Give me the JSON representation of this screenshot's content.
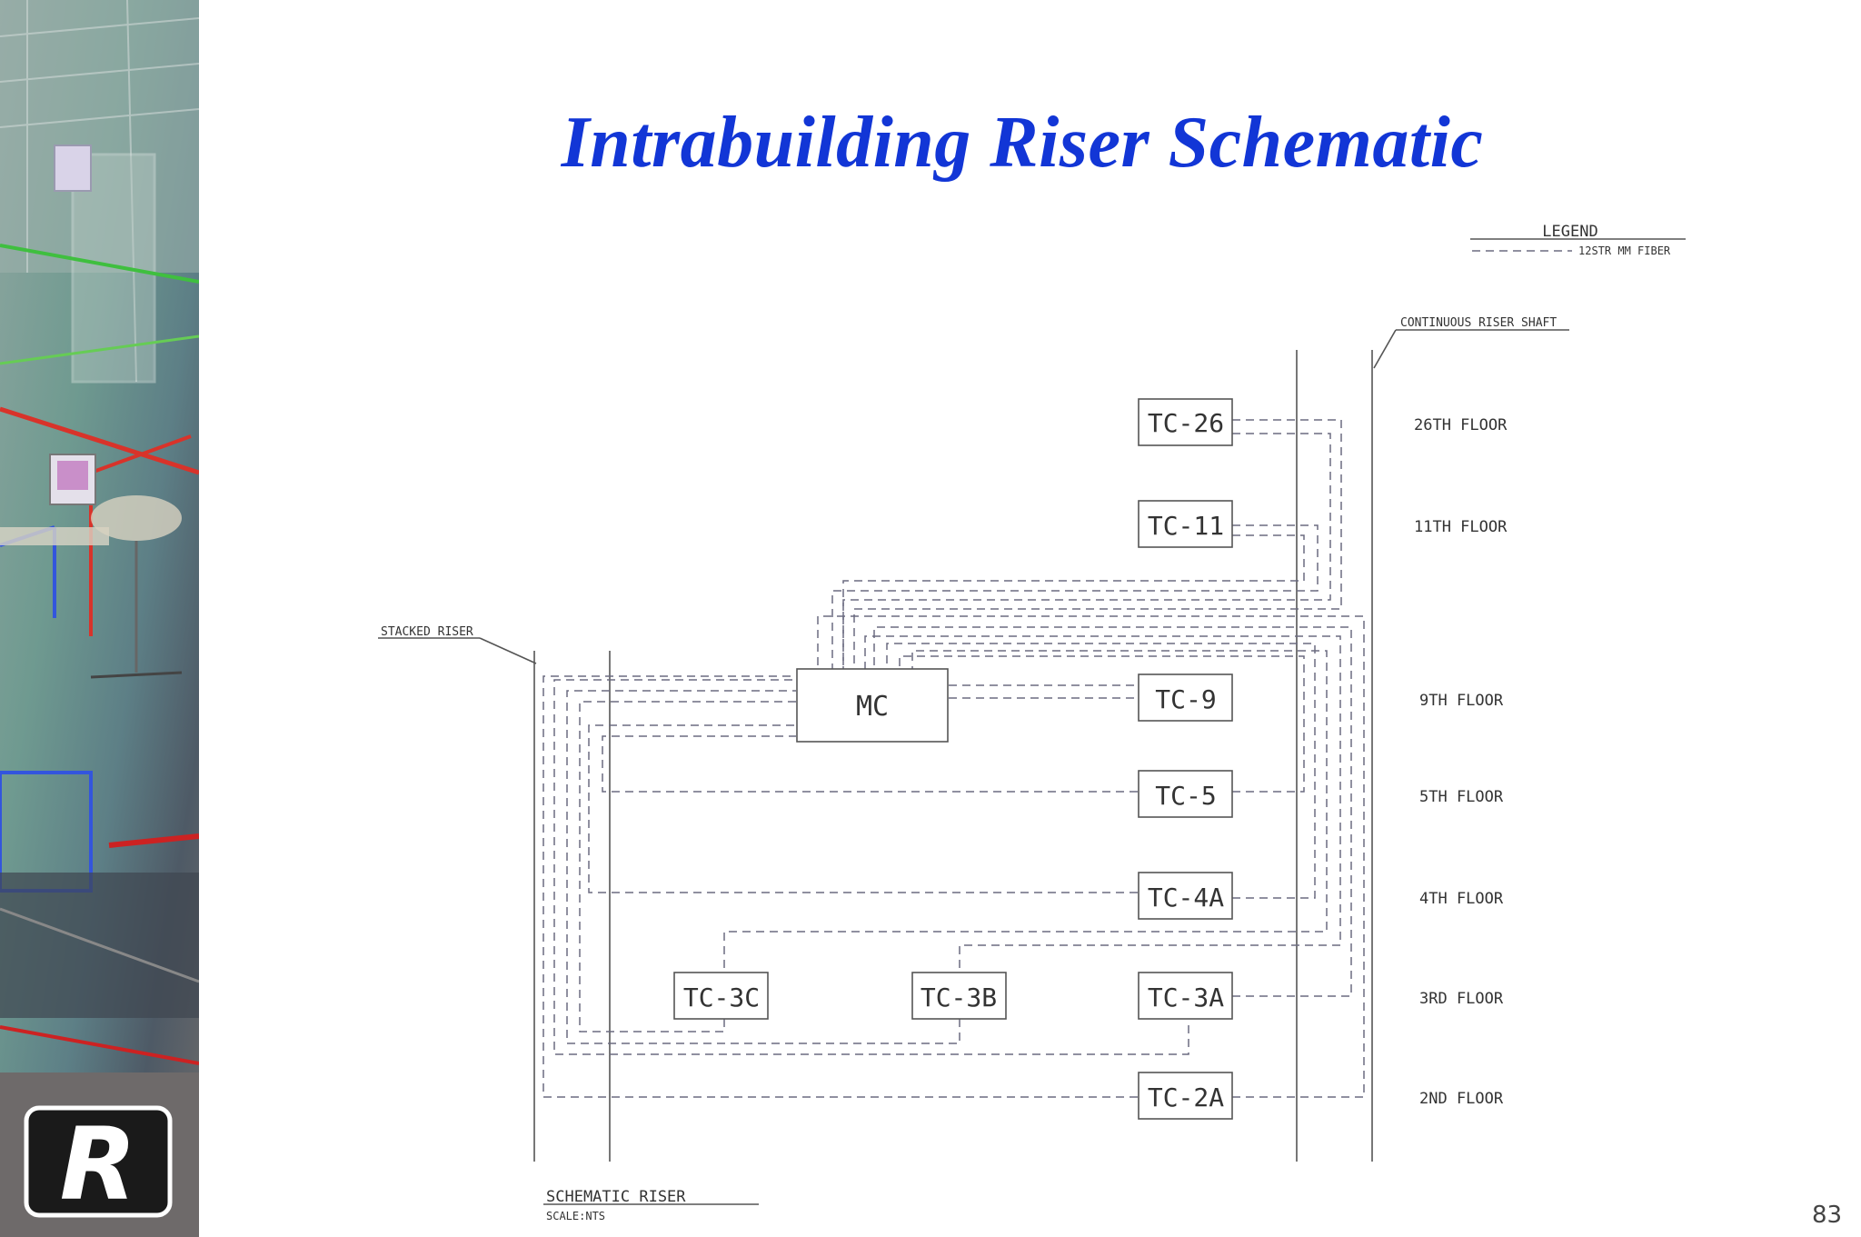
{
  "title": "Intrabuilding Riser Schematic",
  "page_number": "83",
  "legend": {
    "heading": "LEGEND",
    "fiber_label": "12STR MM FIBER"
  },
  "labels": {
    "continuous_riser_shaft": "CONTINUOUS RISER SHAFT",
    "stacked_riser": "STACKED RISER",
    "schematic_title": "SCHEMATIC RISER",
    "scale": "SCALE:NTS"
  },
  "main_crossconnect": "MC",
  "closets": {
    "tc26": "TC-26",
    "tc11": "TC-11",
    "tc9": "TC-9",
    "tc5": "TC-5",
    "tc4a": "TC-4A",
    "tc3c": "TC-3C",
    "tc3b": "TC-3B",
    "tc3a": "TC-3A",
    "tc2a": "TC-2A"
  },
  "floors": {
    "f26": "26TH FLOOR",
    "f11": "11TH FLOOR",
    "f9": "9TH FLOOR",
    "f5": "5TH FLOOR",
    "f4": "4TH FLOOR",
    "f3": "3RD FLOOR",
    "f2": "2ND FLOOR"
  },
  "logo_letter": "R",
  "colors": {
    "title": "#1236d6",
    "line": "#555555",
    "dash": "#6b6b80"
  }
}
